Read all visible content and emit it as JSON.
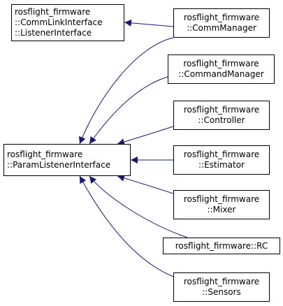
{
  "diagram": {
    "edge_color": "#191970",
    "nodes": {
      "listener_interface": {
        "lines": [
          "rosflight_firmware",
          "::CommLinkInterface",
          "::ListenerInterface"
        ]
      },
      "param_listener_interface": {
        "lines": [
          "rosflight_firmware",
          "::ParamListenerInterface"
        ]
      },
      "comm_manager": {
        "lines": [
          "rosflight_firmware",
          "::CommManager"
        ]
      },
      "command_manager": {
        "lines": [
          "rosflight_firmware",
          "::CommandManager"
        ]
      },
      "controller": {
        "lines": [
          "rosflight_firmware",
          "::Controller"
        ]
      },
      "estimator": {
        "lines": [
          "rosflight_firmware",
          "::Estimator"
        ]
      },
      "mixer": {
        "lines": [
          "rosflight_firmware",
          "::Mixer"
        ]
      },
      "rc": {
        "lines": [
          "rosflight_firmware::RC"
        ]
      },
      "sensors": {
        "lines": [
          "rosflight_firmware",
          "::Sensors"
        ]
      }
    },
    "edges": [
      {
        "from": "comm_manager",
        "to": "listener_interface"
      },
      {
        "from": "comm_manager",
        "to": "param_listener_interface"
      },
      {
        "from": "command_manager",
        "to": "param_listener_interface"
      },
      {
        "from": "controller",
        "to": "param_listener_interface"
      },
      {
        "from": "estimator",
        "to": "param_listener_interface"
      },
      {
        "from": "mixer",
        "to": "param_listener_interface"
      },
      {
        "from": "rc",
        "to": "param_listener_interface"
      },
      {
        "from": "sensors",
        "to": "param_listener_interface"
      }
    ]
  }
}
